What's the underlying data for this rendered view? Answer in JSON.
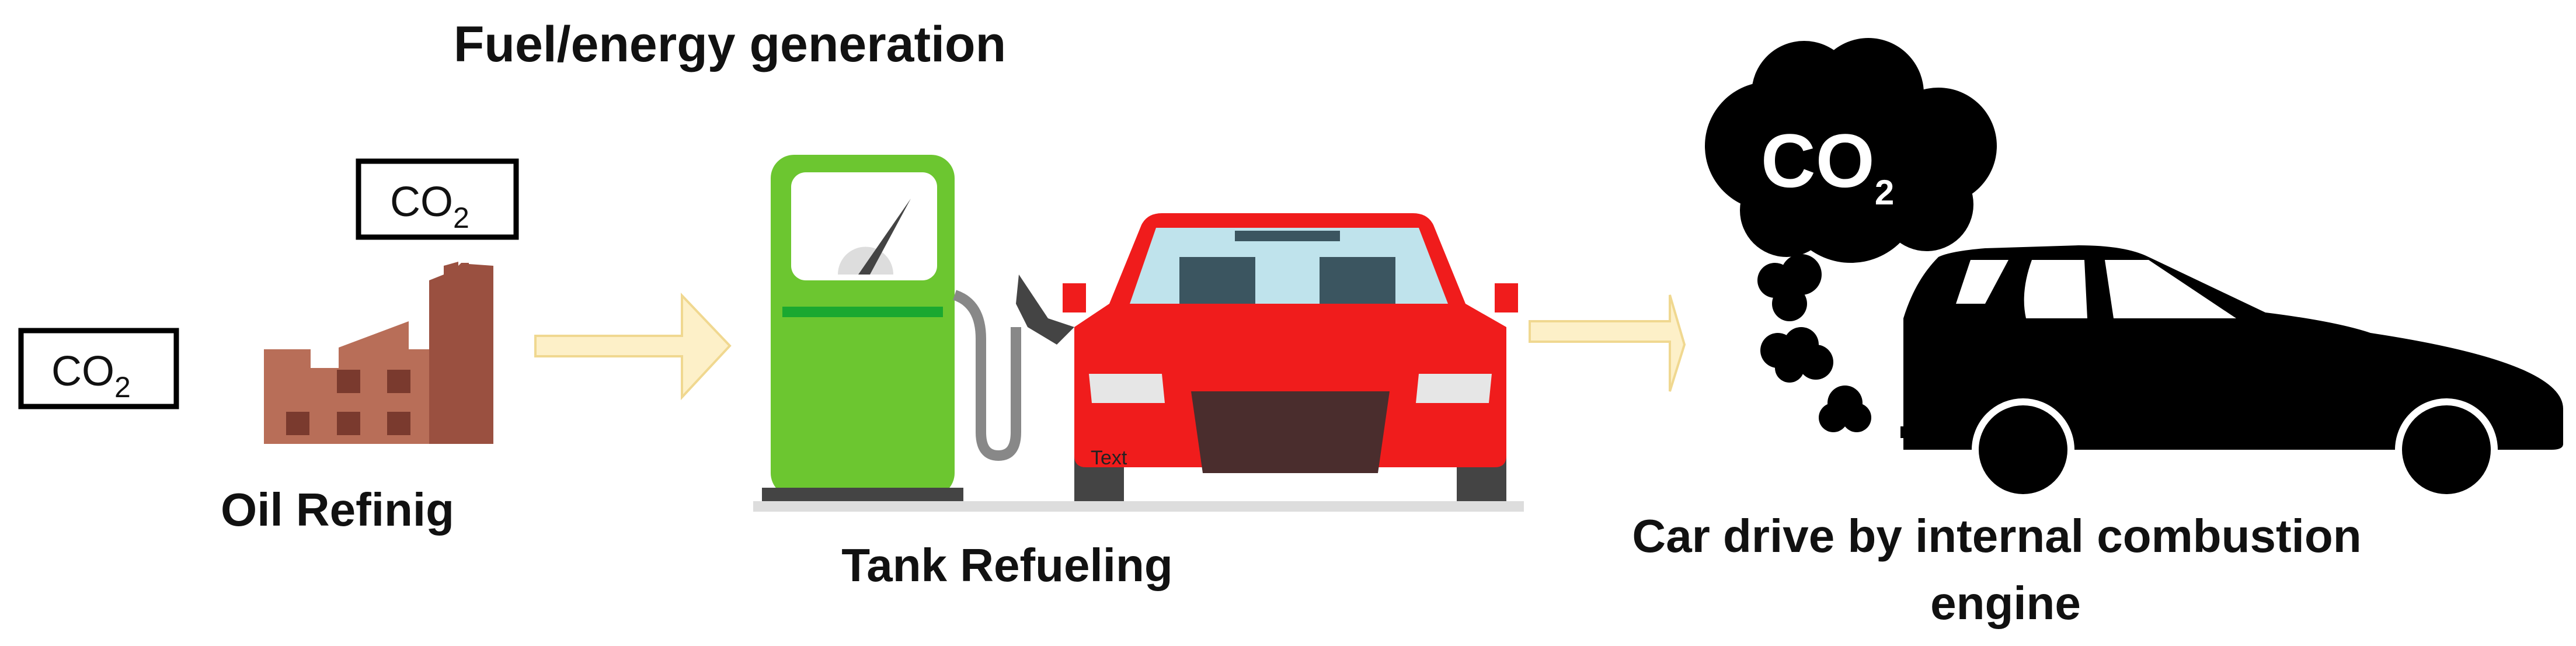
{
  "title": "Fuel/energy generation",
  "stages": [
    {
      "label": "Oil Refinig"
    },
    {
      "label": "Tank Refueling"
    },
    {
      "label_line1": "Car drive by internal combustion",
      "label_line2": "engine"
    }
  ],
  "co2": {
    "main": "CO",
    "sub": "2"
  },
  "car_placeholder_text": "Text",
  "colors": {
    "arrow_fill": "#fdf0c8",
    "arrow_stroke": "#f0d890",
    "factory_light": "#b86e58",
    "factory_dark": "#9a5040",
    "pump_green": "#6cc630",
    "car_red": "#f01c1c",
    "black": "#000000"
  }
}
